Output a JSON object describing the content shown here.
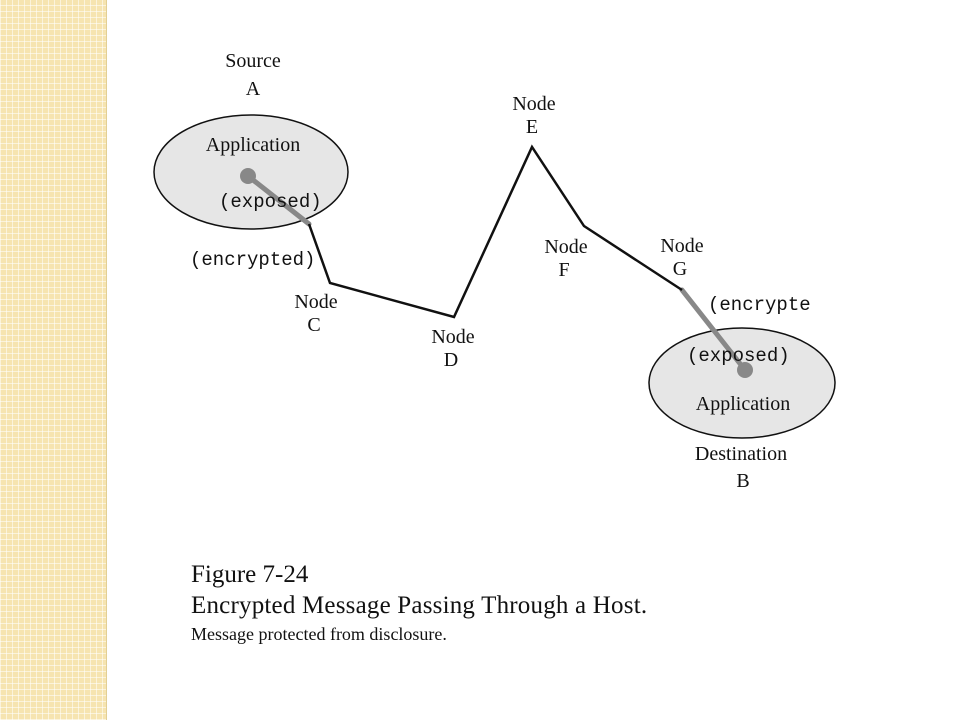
{
  "diagram": {
    "source_label": "Source",
    "source_letter": "A",
    "destination_label": "Destination",
    "destination_letter": "B",
    "application_label": "Application",
    "exposed_label": "(exposed)",
    "encrypted_label": "(encrypted)",
    "encrypted_truncated_label": "(encrypte",
    "node_word": "Node",
    "nodes": [
      "C",
      "D",
      "E",
      "F",
      "G"
    ],
    "colors": {
      "ellipse_fill": "#e6e6e6",
      "line": "#111111",
      "exposed_segment": "#888888"
    }
  },
  "caption": {
    "figure": "Figure 7-24",
    "title": "Encrypted Message Passing Through a Host.",
    "subtitle": "Message protected from disclosure."
  }
}
